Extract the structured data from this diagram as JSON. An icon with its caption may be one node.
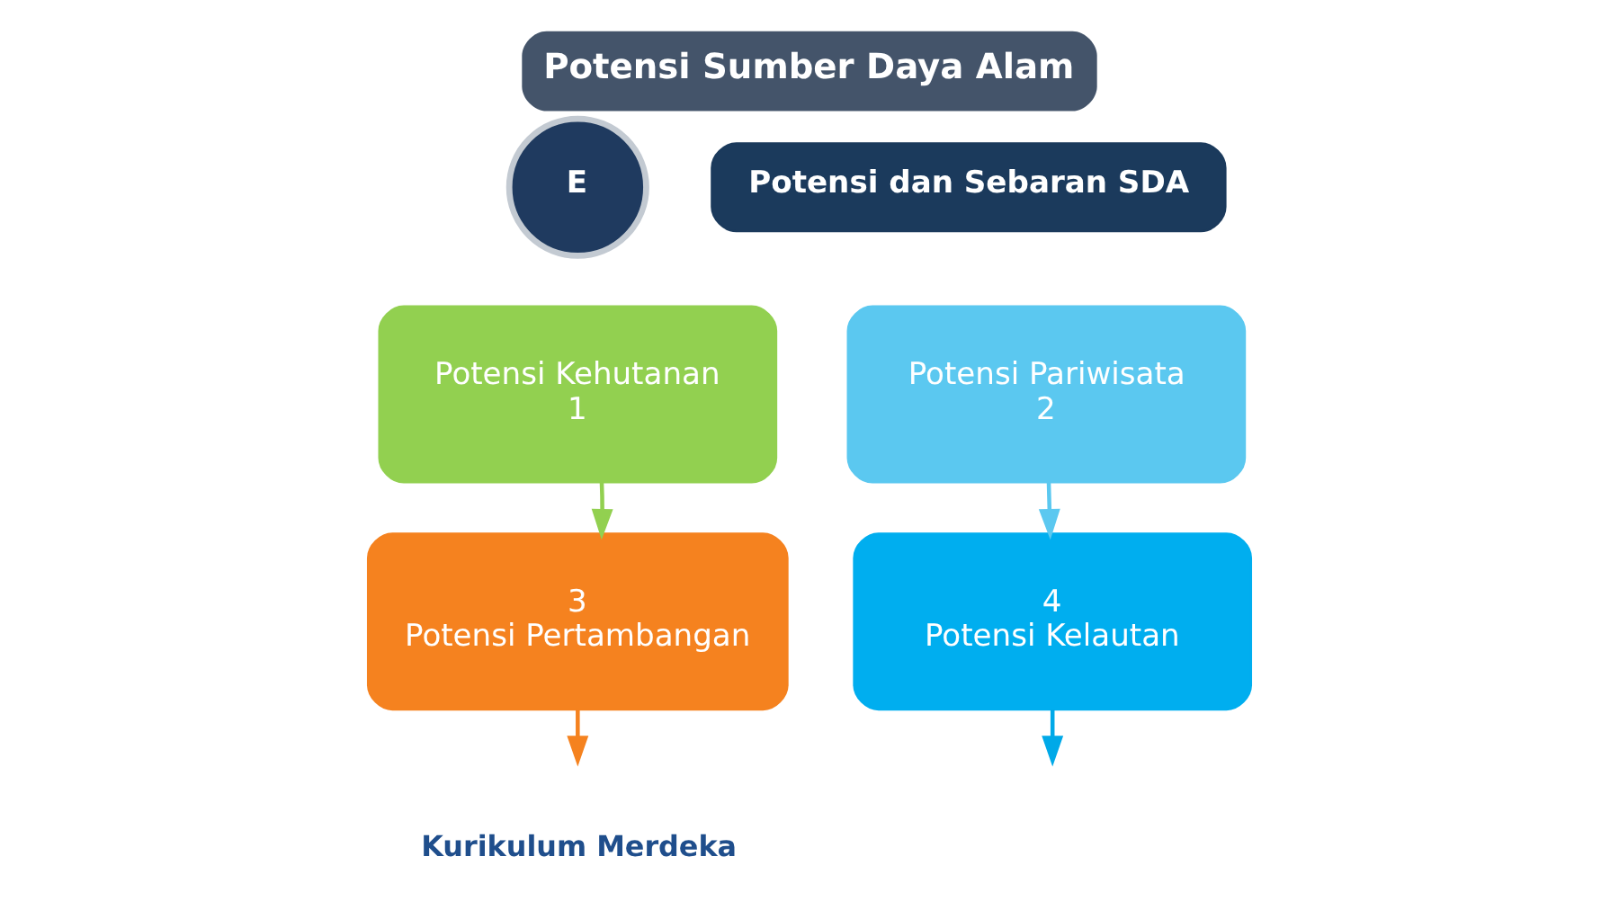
{
  "diagram": {
    "title": "Potensi Sumber Daya Alam",
    "nodes": [
      {
        "text": [
          "Potensi dan Sebaran SDA"
        ]
      },
      {
        "text": [
          "E"
        ]
      },
      {
        "text": [
          "Potensi Kehutanan",
          "1"
        ]
      },
      {
        "text": [
          "Potensi Pariwisata",
          "2"
        ]
      },
      {
        "text": [
          "3",
          "Potensi Pertambangan"
        ]
      },
      {
        "text": [
          "4",
          "Potensi Kelautan"
        ]
      }
    ],
    "edges": [
      {
        "from": 2,
        "to": 4,
        "arrow": "to",
        "color": "#92d050"
      },
      {
        "from": 4,
        "to": null,
        "arrow": "to",
        "color": "#f5821f"
      },
      {
        "from": 3,
        "to": 5,
        "arrow": "to",
        "color": "#5bc8f0"
      },
      {
        "from": 5,
        "to": null,
        "arrow": "to",
        "color": "#00a9e8"
      }
    ],
    "labels": [
      "Kurikulum Merdeka"
    ]
  }
}
